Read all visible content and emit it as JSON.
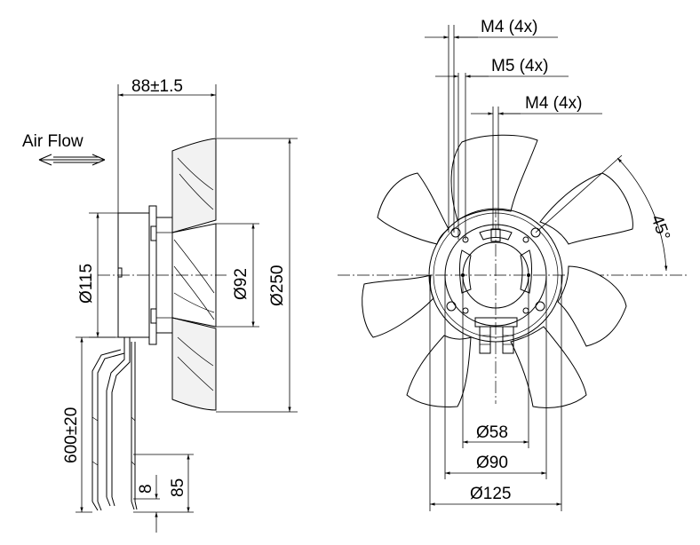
{
  "side_view": {
    "air_flow_label": "Air Flow",
    "dim_depth": "88±1.5",
    "dim_hub_dia": "Ø115",
    "dim_inner_dia": "Ø92",
    "dim_outer_dia": "Ø250",
    "dim_cable_length": "600±20",
    "dim_strip_short": "8",
    "dim_strip_long": "85"
  },
  "front_view": {
    "thread_top": "M4 (4x)",
    "thread_mid": "M5 (4x)",
    "thread_lower": "M4 (4x)",
    "angle": "45°",
    "dia_small": "Ø58",
    "dia_mid": "Ø90",
    "dia_large": "Ø125"
  }
}
